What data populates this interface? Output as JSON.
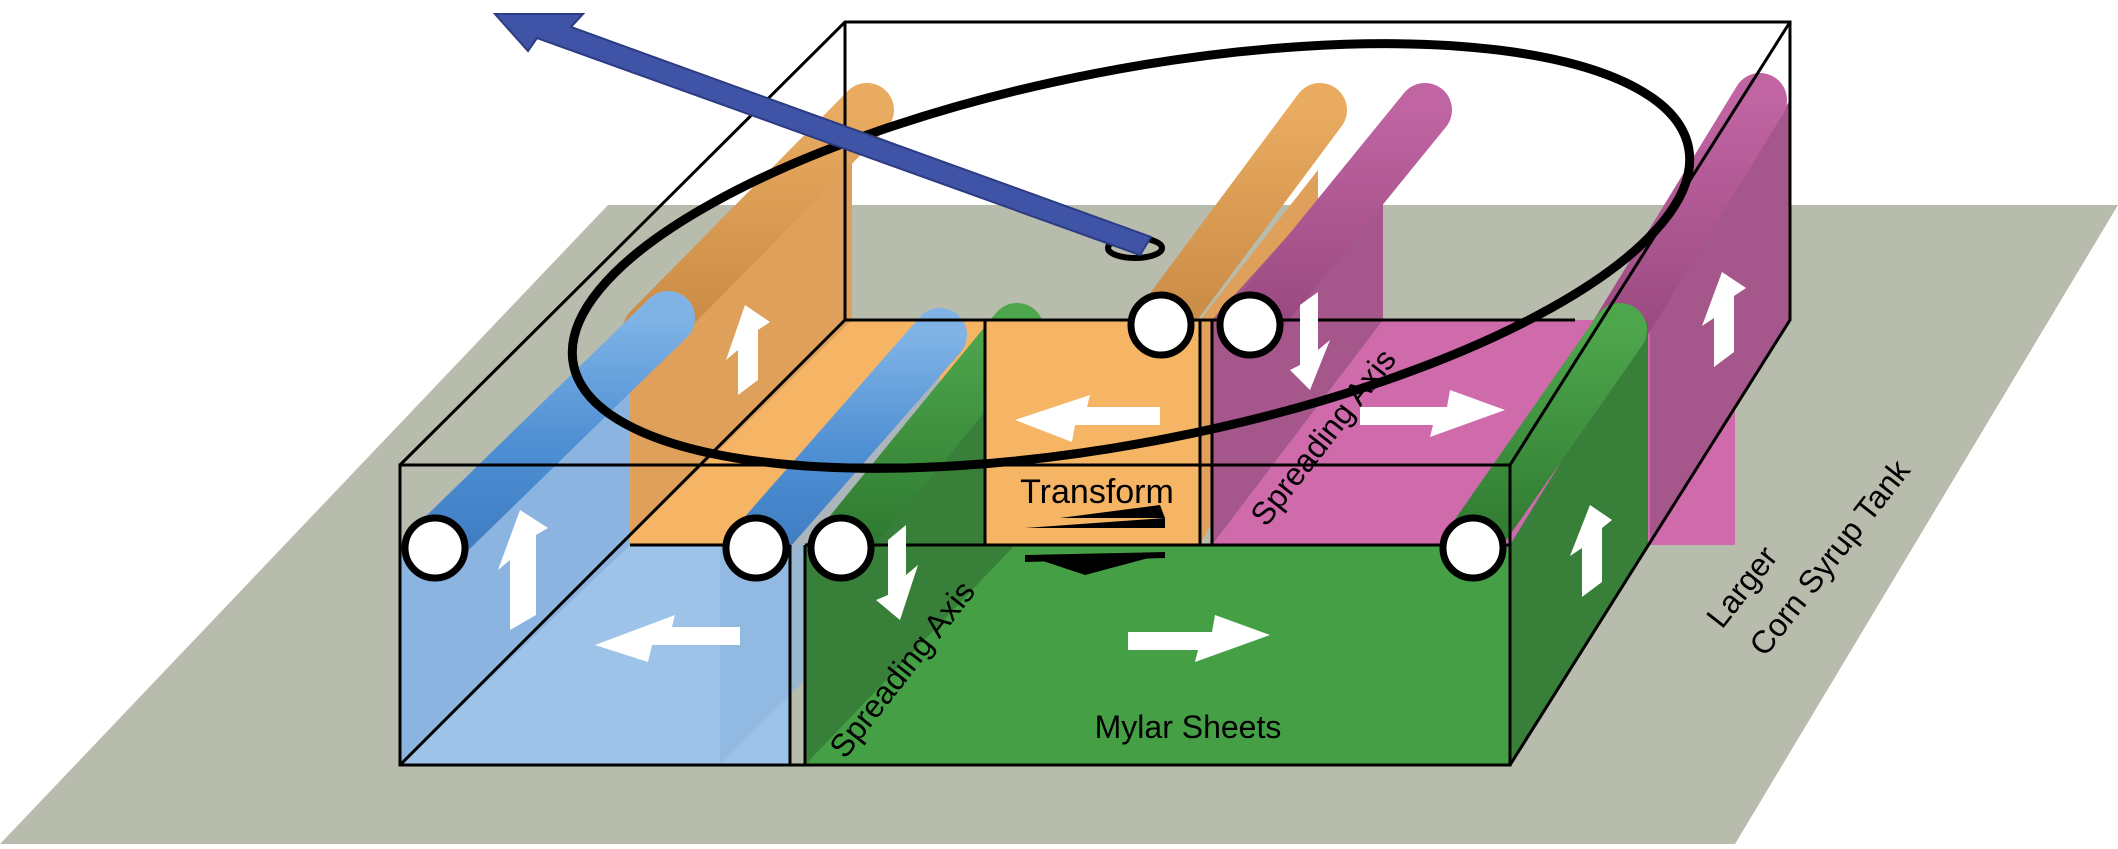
{
  "labels": {
    "transform": "Transform",
    "mylar": "Mylar Sheets",
    "spreading_front": "Spreading Axis",
    "spreading_back": "Spreading Axis",
    "tank_line1": "Larger",
    "tank_line2": "Corn Syrup Tank"
  },
  "colors": {
    "ground": "#b8bcad",
    "blue_light": "#9dc3e8",
    "blue_mid": "#8bb5e0",
    "blue_dark": "#5b98d5",
    "orange": "#f6b565",
    "orange_dark": "#dea05a",
    "green": "#45a045",
    "green_dark": "#387f3a",
    "pink": "#cf6aab",
    "pink_dark": "#a5568a",
    "arrow_blue": "#3f54a6",
    "outline": "#000000"
  }
}
